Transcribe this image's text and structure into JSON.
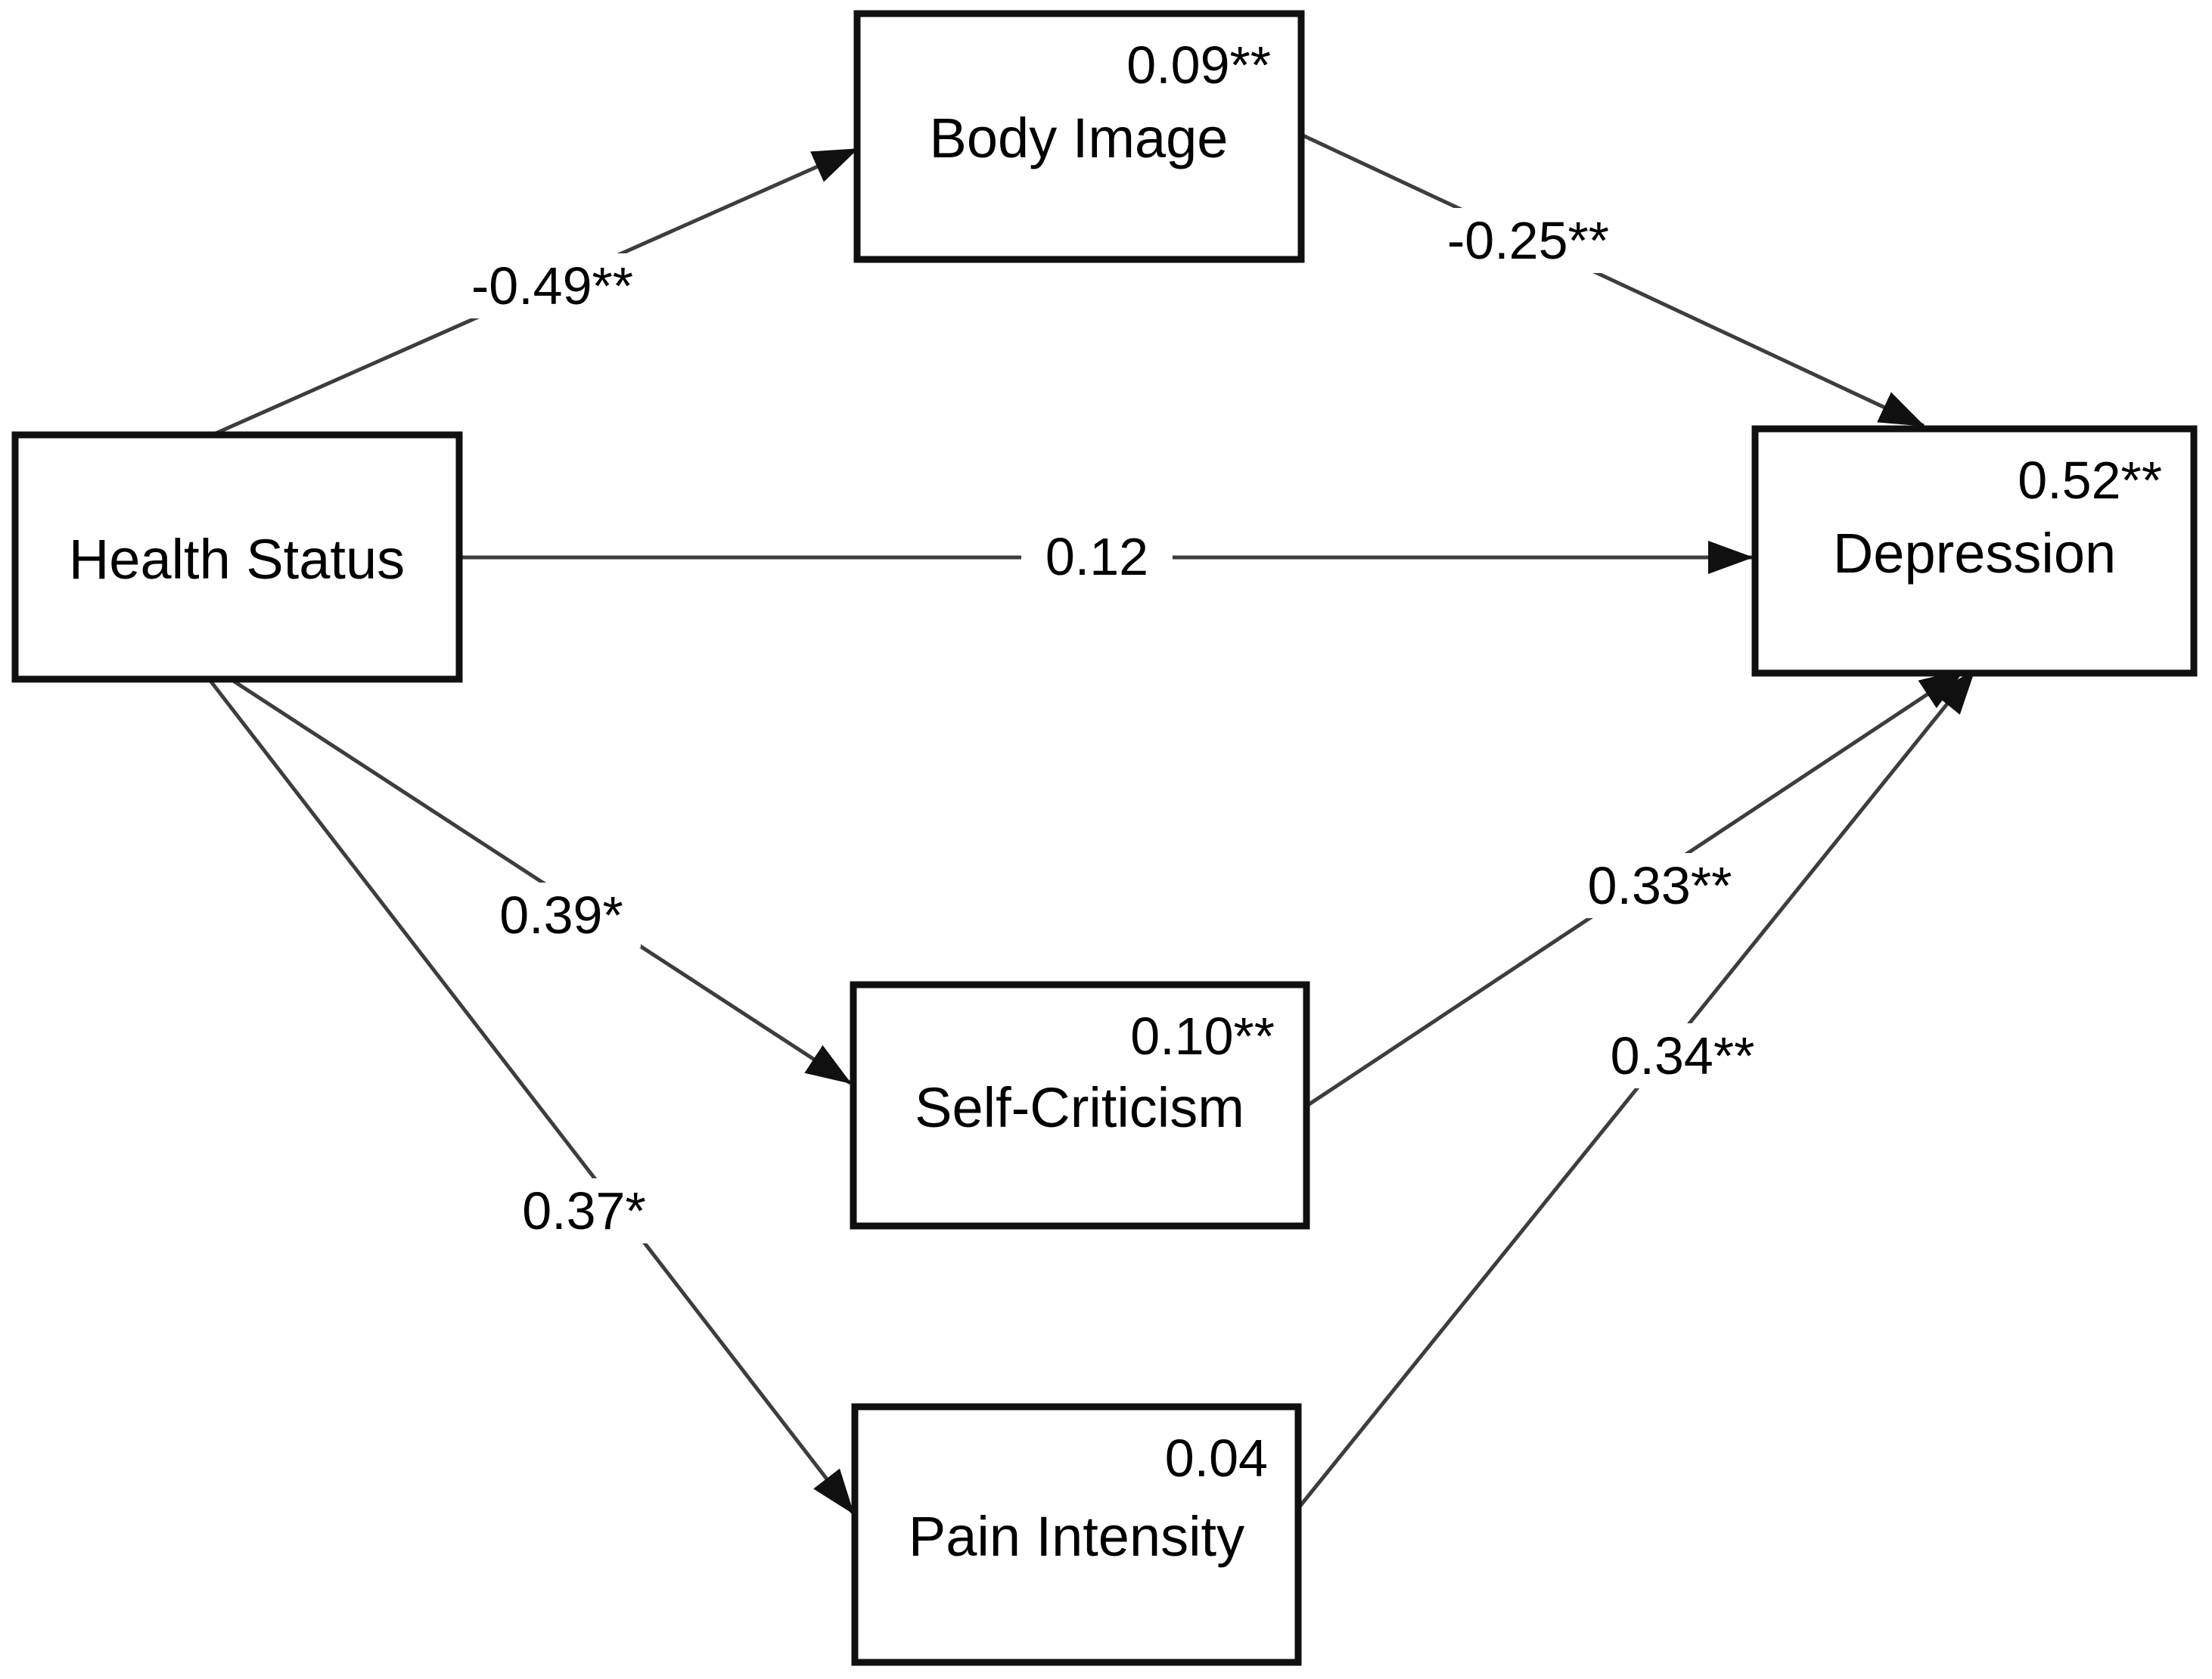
{
  "figure": {
    "kind": "path-analysis-diagram",
    "background_color": "#ffffff",
    "box_border_color": "#101010",
    "line_color": "#3d3d3d",
    "text_color": "#000000"
  },
  "nodes": {
    "health_status": {
      "label": "Health Status"
    },
    "body_image": {
      "label": "Body Image",
      "coef": "0.09**"
    },
    "depression": {
      "label": "Depression",
      "coef": "0.52**"
    },
    "self_criticism": {
      "label": "Self-Criticism",
      "coef": "0.10**"
    },
    "pain_intensity": {
      "label": "Pain Intensity",
      "coef": "0.04"
    }
  },
  "edges": {
    "hs_bi": {
      "from": "Health Status",
      "to": "Body Image",
      "label": "-0.49**"
    },
    "bi_dep": {
      "from": "Body Image",
      "to": "Depression",
      "label": "-0.25**"
    },
    "hs_dep": {
      "from": "Health Status",
      "to": "Depression",
      "label": "0.12"
    },
    "hs_sc": {
      "from": "Health Status",
      "to": "Self-Criticism",
      "label": "0.39*"
    },
    "sc_dep": {
      "from": "Self-Criticism",
      "to": "Depression",
      "label": "0.33**"
    },
    "hs_pi": {
      "from": "Health Status",
      "to": "Pain Intensity",
      "label": "0.37*"
    },
    "pi_dep": {
      "from": "Pain Intensity",
      "to": "Depression",
      "label": "0.34**"
    }
  }
}
